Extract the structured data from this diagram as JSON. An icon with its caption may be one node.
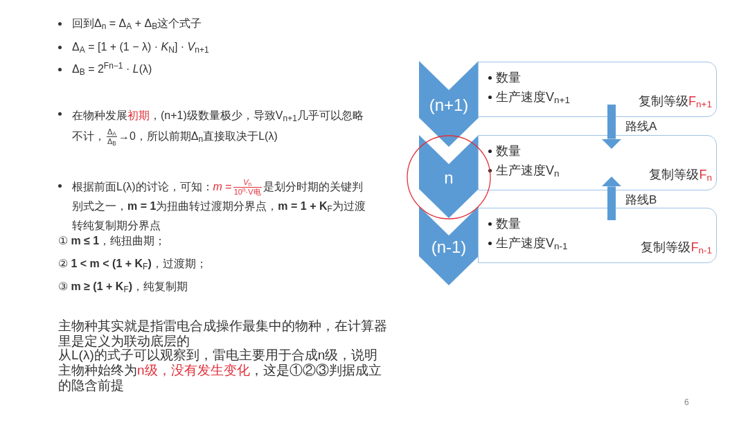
{
  "diagram": {
    "nodes": [
      {
        "text": [
          "(n+1)"
        ]
      },
      {
        "text": [
          "数量",
          "生产速度V$_{n+1}$",
          "复制等级",
          "F$_{n+1}$"
        ]
      },
      {
        "text": [
          "n"
        ]
      },
      {
        "text": [
          "数量",
          "生产速度V$_{n}$",
          "复制等级",
          "F$_{n}$"
        ]
      },
      {
        "text": [
          "(n-1)"
        ]
      },
      {
        "text": [
          "数量",
          "生产速度V$_{n-1}$",
          "复制等级",
          "F$_{n-1}$"
        ]
      }
    ],
    "edges": [
      {
        "from": 1,
        "to": 3,
        "arrow": "to",
        "label": "路线A"
      },
      {
        "from": 5,
        "to": 3,
        "arrow": "to",
        "label": "路线B"
      }
    ],
    "labels": [
      "回到Δ$_{n}$ = Δ$_{A}$ + Δ$_{B}$这个式子",
      "Δ$_{A}$ = [1 + (1 − λ) · *K*$_{N}$] · *V*$_{n+1}$",
      "Δ$_{B}$ = 2$^{Fn−1}$ · *L*(λ)",
      "在物种发展",
      "初期",
      "，(n+1)级数量极少，导致V$_{n+1}$几乎可以忽略不计，",
      "Δ$_{A}$",
      "Δ$_{B}$",
      "→0，所以前期Δ$_{n}$直接取决于L(λ)",
      "根据前面L(λ)的讨论，可知：",
      "*m* =",
      "*V*$_{n}$",
      "10$^{n}$·V电",
      "是划分时期的关键判别式之一，**m = 1**为扭曲转过渡期分界点，**m = 1 + K**$_{F}$为过渡转纯复制期分界点",
      "① **m ≤ 1**，纯扭曲期；",
      "② **1 < m < (1 + K**$_{F}$**)**，过渡期；",
      "③ **m ≥ (1 + K**$_{F}$**)**，纯复制期",
      "主物种其实就是指雷电合成操作最集中的物种，在计算器里是定义为联动底层的",
      "从L(λ)的式子可以观察到，雷电主要用于合成n级，说明主物种始终为",
      "n级，没有发生变化",
      "，这是①②③判据成立的隐含前提",
      "6"
    ]
  }
}
